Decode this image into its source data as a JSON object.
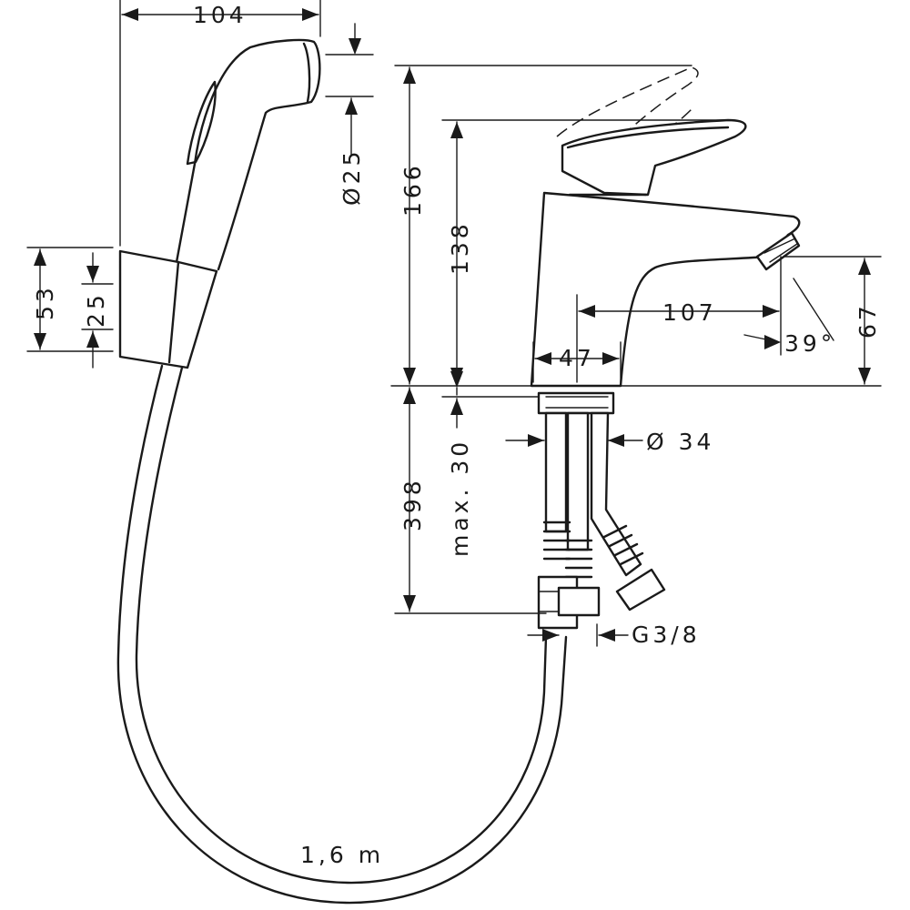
{
  "dimensions": {
    "handset_width": "104",
    "handset_diameter": "Ø25",
    "holder_height": "53",
    "holder_inner": "25",
    "tap_height_total": "166",
    "tap_height_spout": "138",
    "spout_reach": "107",
    "spout_angle": "39°",
    "spout_clearance": "67",
    "base_width": "47",
    "tail_diameter": "Ø 34",
    "hose_length_below": "398",
    "max_counter_thickness": "max. 30",
    "thread": "G3/8",
    "hose_length": "1,6 m"
  },
  "colors": {
    "line": "#1a1a1a",
    "background": "#ffffff"
  }
}
